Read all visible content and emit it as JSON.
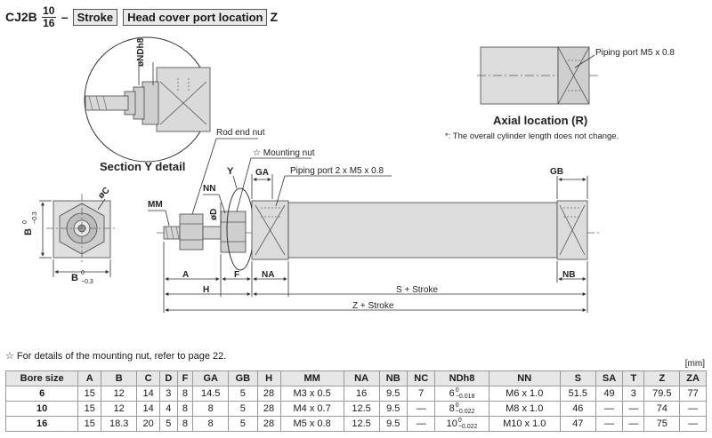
{
  "header": {
    "model": "CJ2B",
    "frac_top": "10",
    "frac_bottom": "16",
    "dash": "–",
    "box1": "Stroke",
    "box2": "Head cover port location",
    "suffix": "Z"
  },
  "labels": {
    "section_title": "Section Y detail",
    "ndh8_label": "øNDh8",
    "axial_title": "Axial location (R)",
    "axial_note": "*: The overall cylinder length does not change.",
    "piping_port_axial": "Piping port M5 x 0.8",
    "rod_end_nut": "Rod end nut",
    "mounting_nut": "☆ Mounting nut",
    "y_marker": "Y",
    "ga": "GA",
    "gb": "GB",
    "piping_port_side": "Piping port 2 x M5 x 0.8",
    "mm": "MM",
    "nn": "NN",
    "od": "øD",
    "oc": "øC",
    "b": "B",
    "b_tol_top": "0",
    "b_tol_bottom": "−0.3",
    "a": "A",
    "f": "F",
    "na": "NA",
    "nb": "NB",
    "h": "H",
    "s_stroke": "S + Stroke",
    "z_stroke": "Z + Stroke"
  },
  "note": "☆ For details of the mounting nut, refer to page 22.",
  "unit": "[mm]",
  "table": {
    "headers": [
      "Bore size",
      "A",
      "B",
      "C",
      "D",
      "F",
      "GA",
      "GB",
      "H",
      "MM",
      "NA",
      "NB",
      "NC",
      "NDh8",
      "NN",
      "S",
      "SA",
      "T",
      "Z",
      "ZA"
    ],
    "rows": [
      {
        "bore": "6",
        "A": "15",
        "B": "12",
        "C": "14",
        "D": "3",
        "F": "8",
        "GA": "14.5",
        "GB": "5",
        "H": "28",
        "MM": "M3 x 0.5",
        "NA": "16",
        "NB": "9.5",
        "NC": "7",
        "ND": "6",
        "ND_tol_top": "0",
        "ND_tol_bottom": "−0.018",
        "NN": "M6 x 1.0",
        "S": "51.5",
        "SA": "49",
        "T": "3",
        "Z": "79.5",
        "ZA": "77"
      },
      {
        "bore": "10",
        "A": "15",
        "B": "12",
        "C": "14",
        "D": "4",
        "F": "8",
        "GA": "8",
        "GB": "5",
        "H": "28",
        "MM": "M4 x 0.7",
        "NA": "12.5",
        "NB": "9.5",
        "NC": "—",
        "ND": "8",
        "ND_tol_top": "0",
        "ND_tol_bottom": "−0.022",
        "NN": "M8 x 1.0",
        "S": "46",
        "SA": "—",
        "T": "—",
        "Z": "74",
        "ZA": "—"
      },
      {
        "bore": "16",
        "A": "15",
        "B": "18.3",
        "C": "20",
        "D": "5",
        "F": "8",
        "GA": "8",
        "GB": "5",
        "H": "28",
        "MM": "M5 x 0.8",
        "NA": "12.5",
        "NB": "9.5",
        "NC": "—",
        "ND": "10",
        "ND_tol_top": "0",
        "ND_tol_bottom": "−0.022",
        "NN": "M10 x 1.0",
        "S": "47",
        "SA": "—",
        "T": "—",
        "Z": "75",
        "ZA": "—"
      }
    ]
  }
}
